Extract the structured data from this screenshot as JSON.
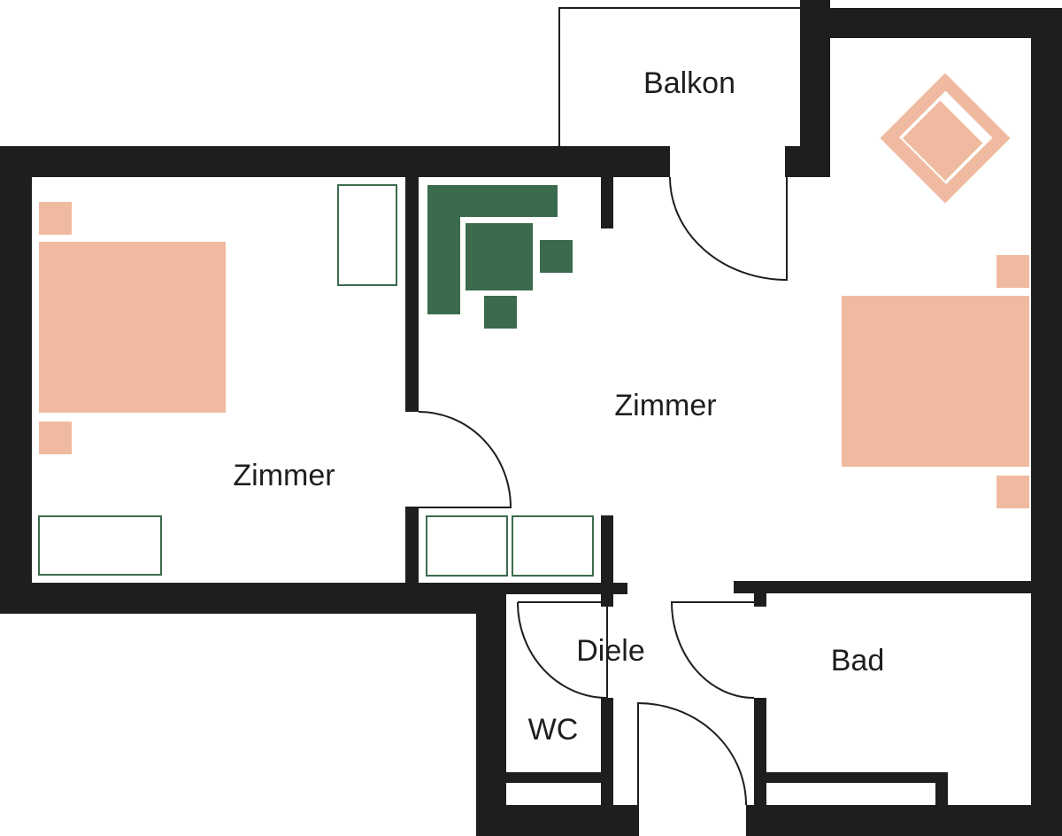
{
  "rooms": {
    "balcony": "Balkon",
    "room_left": "Zimmer",
    "room_center": "Zimmer",
    "hall": "Diele",
    "wc": "WC",
    "bath": "Bad"
  },
  "colors": {
    "wall": "#1e1e1c",
    "bed": "#f0baa0",
    "seating": "#3a6b4c",
    "cabinet_outline": "#3a6b4c"
  },
  "icons": {
    "bed": "bed-icon",
    "nightstand": "nightstand-icon",
    "wardrobe": "wardrobe-icon",
    "sofa": "corner-sofa-icon",
    "armchair": "armchair-icon",
    "door": "door-swing-icon"
  }
}
